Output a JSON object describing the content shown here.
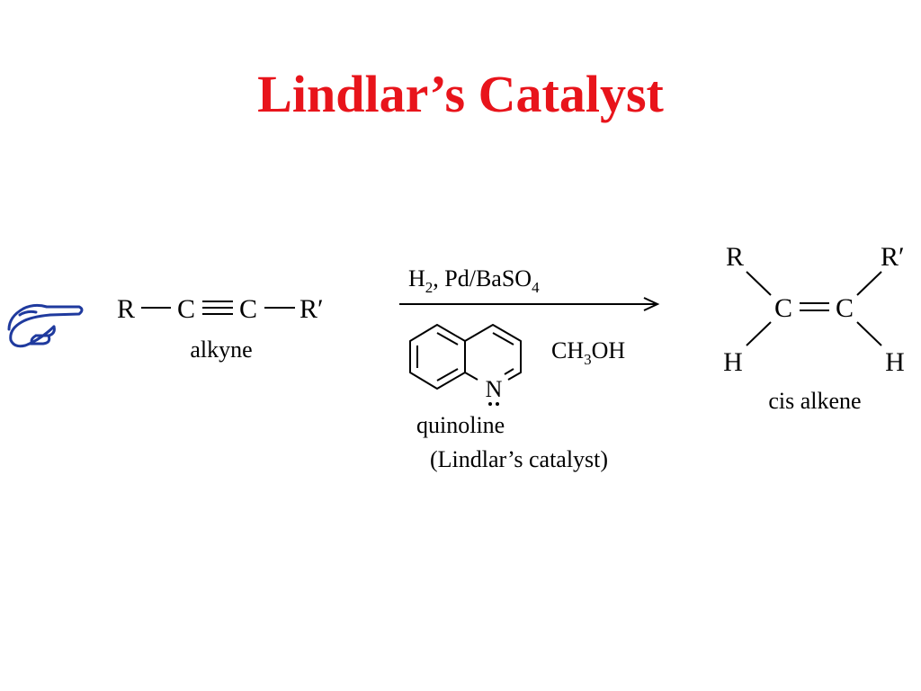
{
  "slide": {
    "title": "Lindlar’s Catalyst",
    "title_color": "#e8141b",
    "pointer_icon": "pointing-hand-icon",
    "pointer_color": "#1f3a9e"
  },
  "reaction": {
    "reactant": {
      "r_left": "R",
      "c1": "C",
      "c2": "C",
      "r_right": "R′",
      "name": "alkyne"
    },
    "conditions": {
      "reagent_h": "H",
      "reagent_h_sub": "2",
      "reagent_rest": ", Pd/BaSO",
      "reagent_rest_sub": "4",
      "ring_nitrogen": "N",
      "solvent_ch": "CH",
      "solvent_sub": "3",
      "solvent_oh": "OH",
      "additive_name": "quinoline",
      "catalyst_note": "(Lindlar’s catalyst)"
    },
    "product": {
      "top_left": "R",
      "top_right": "R′",
      "c1": "C",
      "c2": "C",
      "bottom_left": "H",
      "bottom_right": "H",
      "name": "cis alkene"
    }
  }
}
